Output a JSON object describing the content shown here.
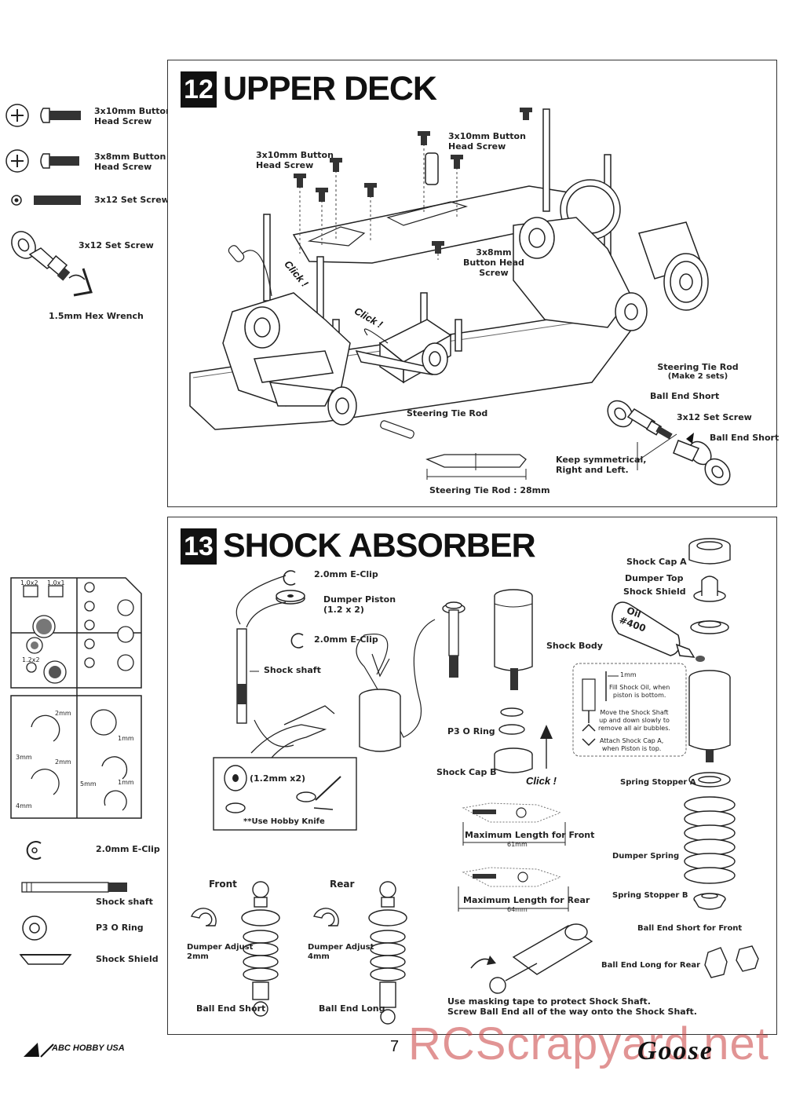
{
  "page_number": "7",
  "watermark": "RCScrapyard.net",
  "brand_left": "ABC HOBBY USA",
  "brand_right": "Goose",
  "left_parts_top": {
    "screw1": "3x10mm Button\nHead Screw",
    "screw2": "3x8mm Button\nHead Screw",
    "set_screw": "3x12 Set Screw",
    "assembly_set_screw": "3x12 Set Screw",
    "hex_wrench": "1.5mm Hex Wrench"
  },
  "step12": {
    "number": "12",
    "title": "UPPER DECK",
    "labels": {
      "screw_a": "3x10mm Button\nHead Screw",
      "screw_b": "3x10mm Button\nHead Screw",
      "screw_c": "3x8mm\nButton Head\nScrew",
      "click1": "Click !",
      "click2": "Click !",
      "steering_tie_rod": "Steering Tie Rod",
      "tie_rod_title": "Steering Tie Rod",
      "tie_rod_sub": "(Make 2 sets)",
      "ball_end_short_a": "Ball End Short",
      "set_screw": "3x12 Set Screw",
      "ball_end_short_b": "Ball End Short",
      "keep_symmetrical": "Keep symmetrical,\nRight and Left.",
      "tie_rod_length": "Steering Tie Rod : 28mm"
    }
  },
  "step13": {
    "number": "13",
    "title": "SHOCK ABSORBER",
    "labels": {
      "eclip_top": "2.0mm E-Clip",
      "dumper_piston": "Dumper Piston\n(1.2 x 2)",
      "eclip_mid": "2.0mm E-Clip",
      "shock_shaft": "Shock shaft",
      "p3_oring": "P3 O Ring",
      "shock_cap_b": "Shock Cap B",
      "shock_body": "Shock Body",
      "click": "Click !",
      "piston_size": "(1.2mm x2)",
      "hobby_knife": "**Use Hobby Knife",
      "max_front": "Maximum Length for Front",
      "front_dim": "61mm",
      "max_rear": "Maximum Length for Rear",
      "rear_dim": "64mm",
      "front": "Front",
      "rear": "Rear",
      "adjust_front": "Dumper Adjust\n2mm",
      "adjust_rear": "Dumper Adjust\n4mm",
      "ball_end_short": "Ball End Short",
      "ball_end_long": "Ball End Long",
      "masking": "Use masking tape to protect Shock Shaft.\nScrew Ball End all of the way onto the Shock Shaft.",
      "shock_cap_a": "Shock Cap A",
      "dumper_top": "Dumper Top",
      "shock_shield": "Shock Shield",
      "oil_name": "Oil",
      "oil_weight": "#400",
      "one_mm": "1mm",
      "fill_oil": "Fill Shock Oil, when\npiston is bottom.",
      "move_shaft": "Move the Shock Shaft\nup and down slowly to\nremove all air bubbles.",
      "attach_cap": "Attach Shock Cap A,\nwhen Piston is top.",
      "spring_stopper_a": "Spring Stopper A",
      "dumper_spring": "Dumper Spring",
      "spring_stopper_b": "Spring Stopper B",
      "ball_end_short_front": "Ball End Short for Front",
      "ball_end_long_rear": "Ball End Long for Rear"
    }
  },
  "sprue": {
    "tag_1": "1.0x2",
    "tag_2": "1.0x1",
    "tag_3": "1.2x2",
    "mm2a": "2mm",
    "mm1a": "1mm",
    "mm3": "3mm",
    "mm2b": "2mm",
    "mm5": "5mm",
    "mm1b": "1mm",
    "mm4": "4mm"
  },
  "left_parts_bottom": {
    "eclip": "2.0mm E-Clip",
    "shaft": "Shock shaft",
    "oring": "P3 O Ring",
    "shield": "Shock Shield"
  }
}
